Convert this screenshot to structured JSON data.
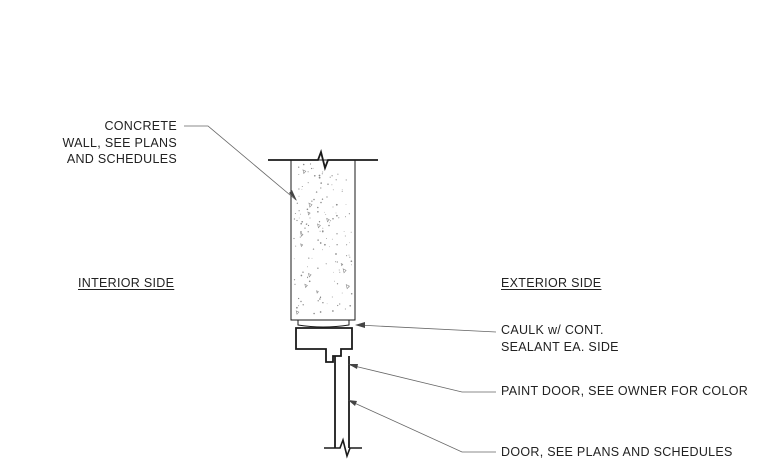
{
  "labels": {
    "concrete_wall": [
      "CONCRETE",
      "WALL, SEE PLANS",
      "AND SCHEDULES"
    ],
    "interior_side": "INTERIOR SIDE",
    "exterior_side": "EXTERIOR SIDE",
    "caulk": [
      "CAULK w/ CONT.",
      "SEALANT EA. SIDE"
    ],
    "paint_door": "PAINT DOOR, SEE OWNER FOR COLOR",
    "door": "DOOR, SEE PLANS AND SCHEDULES"
  },
  "colors": {
    "line": "#1a1a1a",
    "leader": "#555555",
    "text": "#222222"
  }
}
